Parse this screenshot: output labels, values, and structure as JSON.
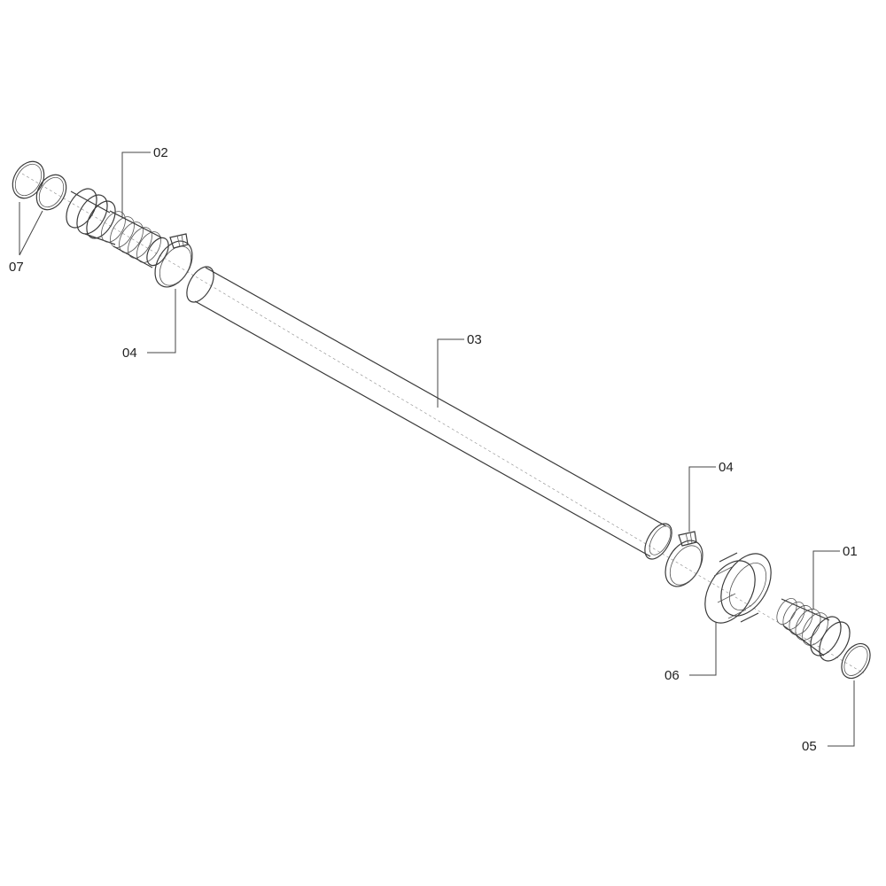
{
  "callouts": {
    "c01": "01",
    "c02": "02",
    "c03": "03",
    "c04_upper": "04",
    "c04_lower": "04",
    "c05": "05",
    "c06": "06",
    "c07": "07"
  },
  "colors": {
    "line": "#3a3a3a",
    "background": "#ffffff"
  }
}
